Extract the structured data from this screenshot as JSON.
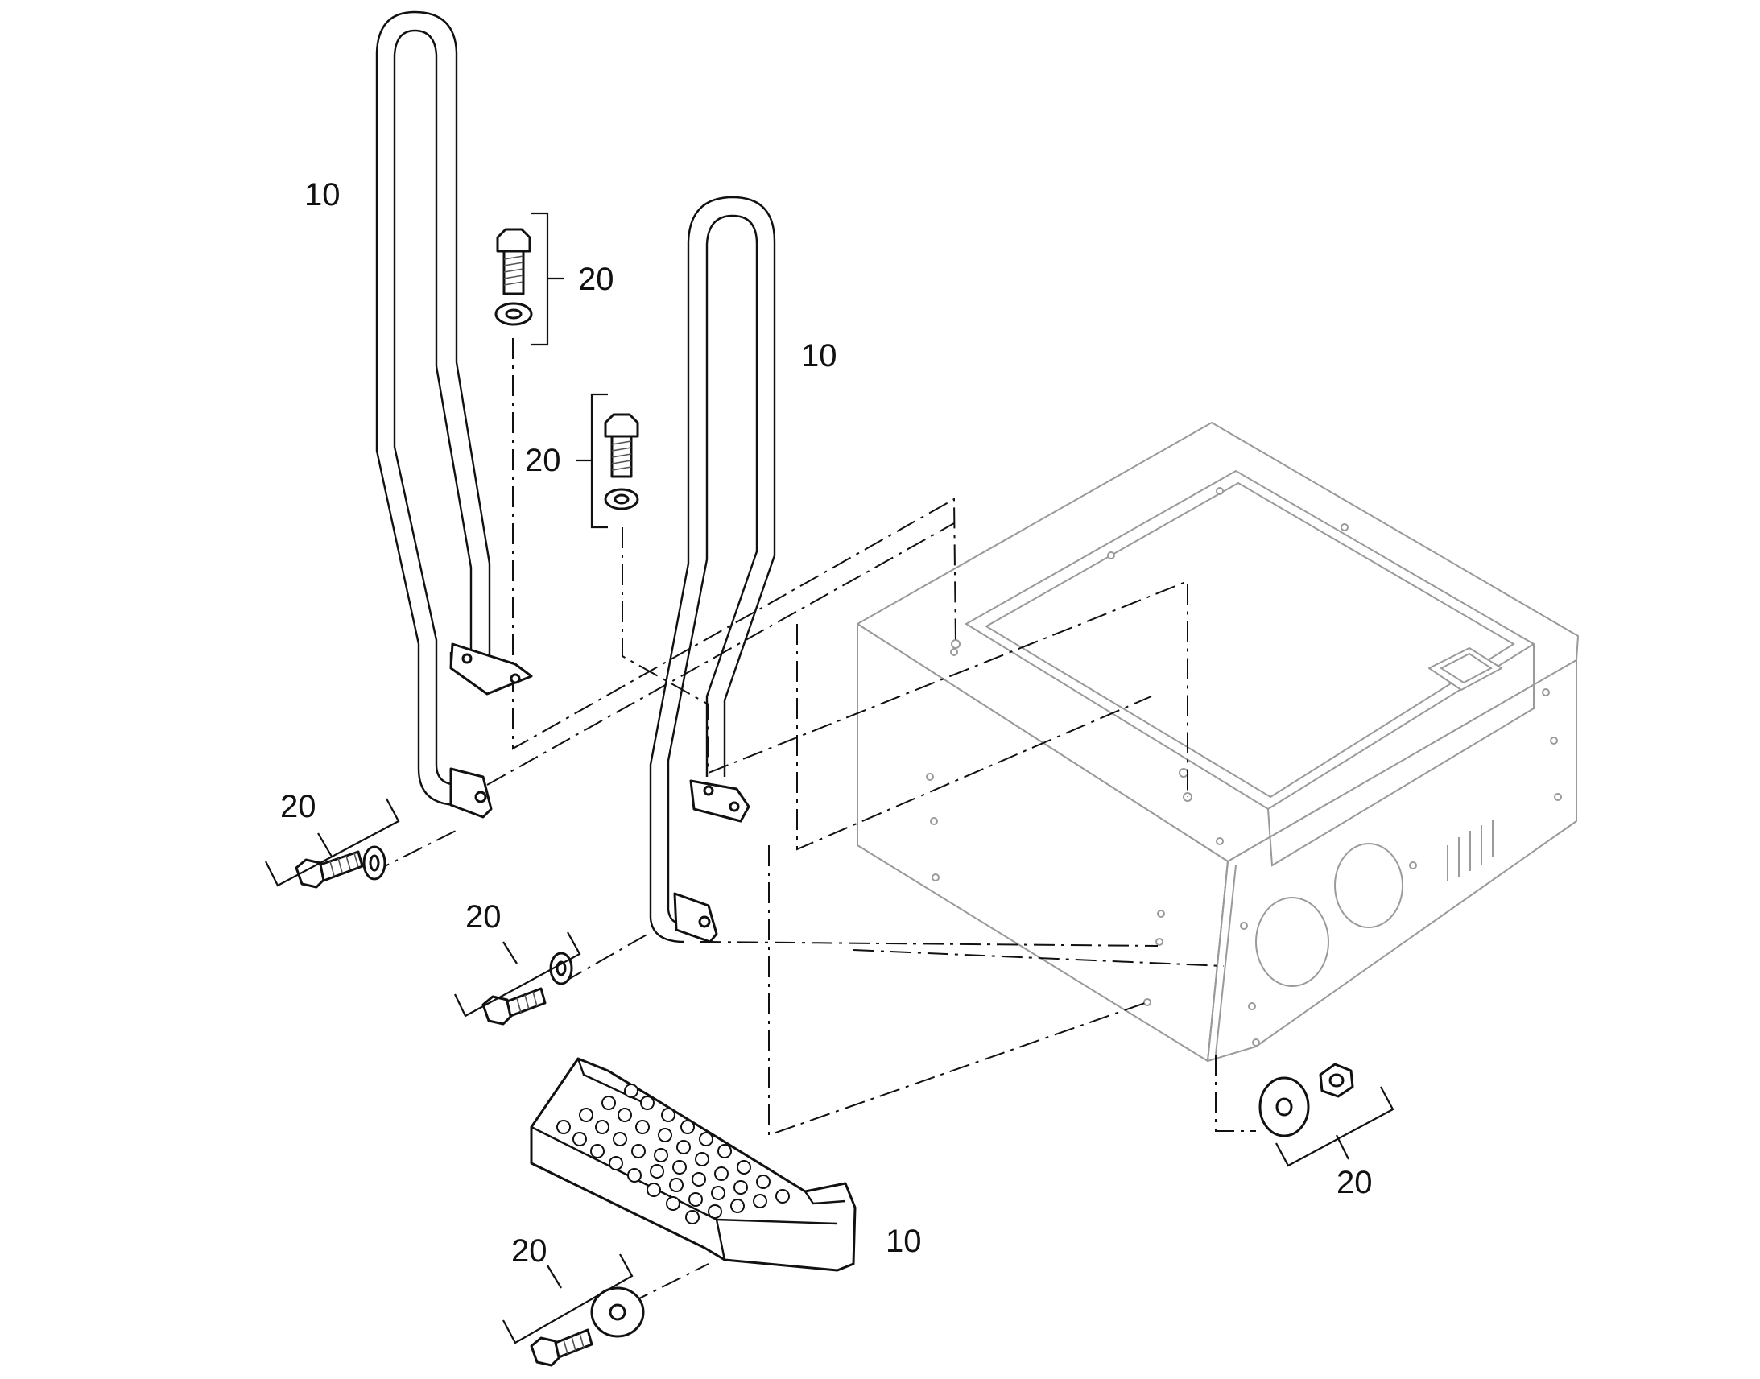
{
  "callouts": {
    "handrail_left": "10",
    "handrail_right": "10",
    "step": "10",
    "bolt_top_left": "20",
    "bolt_top_mid": "20",
    "bolt_lower_left": "20",
    "bolt_lower_mid": "20",
    "bolt_step": "20",
    "nut_right": "20"
  },
  "colors": {
    "line": "#111111",
    "ghost": "#9a9a9a",
    "background": "#ffffff"
  }
}
